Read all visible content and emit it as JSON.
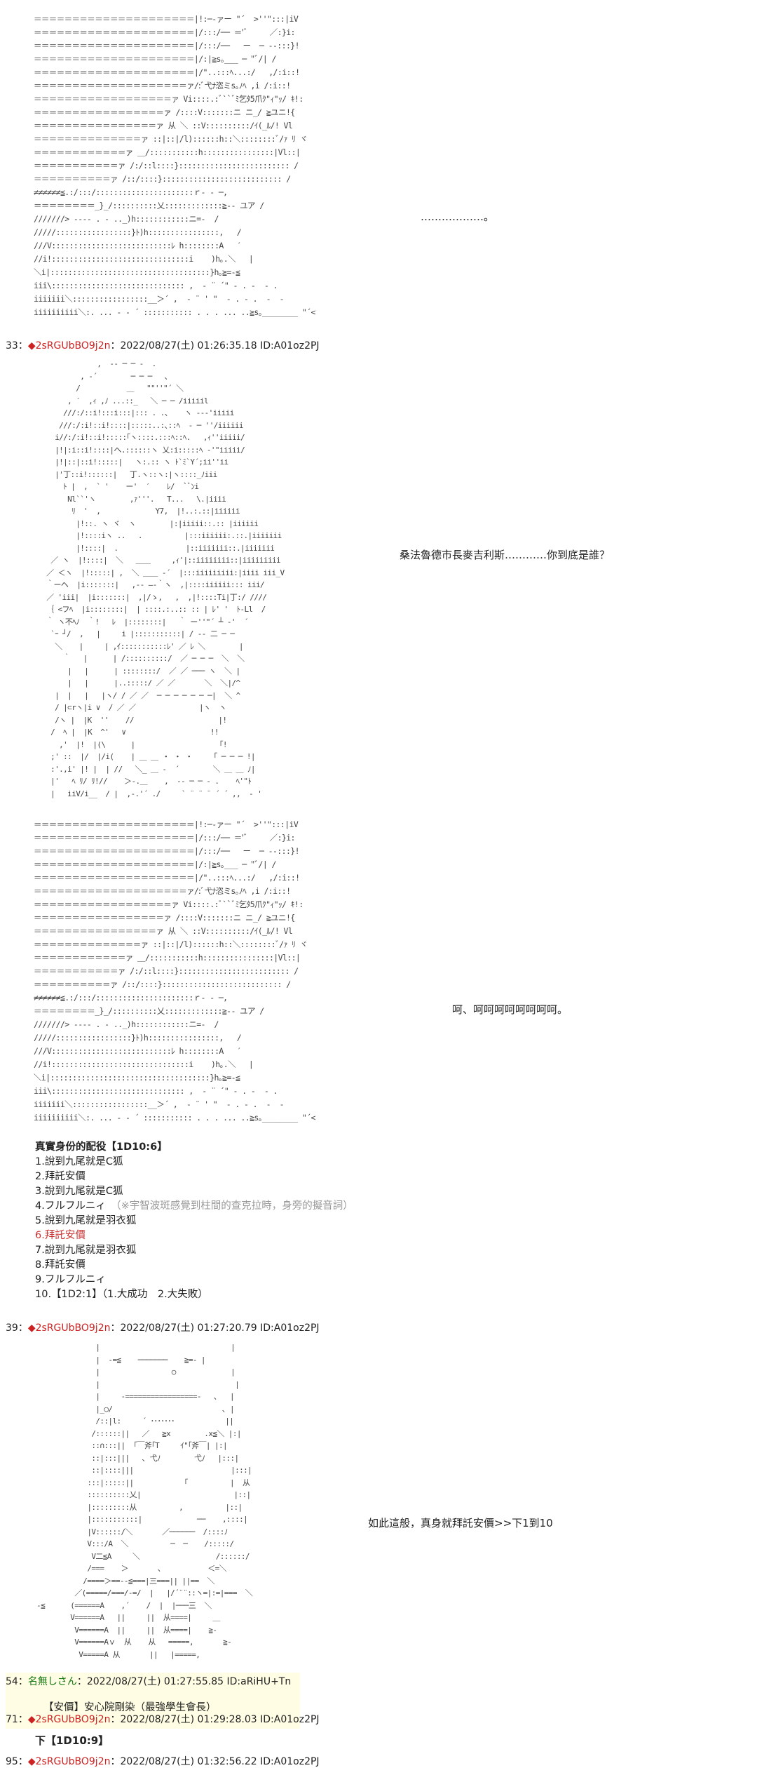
{
  "aa_top": {
    "lines": [
      "＝＝＝＝＝＝＝＝＝＝＝＝＝＝＝＝＝＝＝＝＝|!:─‐ァー \"´  >''\":::|iV",
      "＝＝＝＝＝＝＝＝＝＝＝＝＝＝＝＝＝＝＝＝＝|/:::/── ＝'ﾞ     ／:}i:",
      "＝＝＝＝＝＝＝＝＝＝＝＝＝＝＝＝＝＝＝＝＝|/:::/──   ー  ─ --:::}!",
      "＝＝＝＝＝＝＝＝＝＝＝＝＝＝＝＝＝＝＝＝＝|/:|≧s｡___ ─ \"ﾞ/| /",
      "＝＝＝＝＝＝＝＝＝＝＝＝＝＝＝＝＝＝＝＝＝|/\"..:::ﾍ...:/   ,/:i::!",
      "＝＝＝＝＝＝＝＝＝＝＝＝＝＝＝＝＝＝＝＝ァ/:ﾞ弋ﾅ恣ミs｡ﾉﾍ ,i /:i::!",
      "＝＝＝＝＝＝＝＝＝＝＝＝＝＝＝＝＝＝ァ Vi::::.:ﾞ``ﾞﾐ乞ﾀ5爪ｸ\"ｨ\"ｯ/ ｷ!:",
      "＝＝＝＝＝＝＝＝＝＝＝＝＝＝＝＝＝ァ /::::V:::::::ニ ニ_/ ≧ユニ!{",
      "＝＝＝＝＝＝＝＝＝＝＝＝＝＝＝＝ァ 从 ＼ ::V::::::::::/ｲ(_ﾙ/! Vl",
      "＝＝＝＝＝＝＝＝＝＝＝＝＝＝ァ ::|::|/l)::::::h::＼::::::::ﾞ/ｧ ﾘ ヾ",
      "＝＝＝＝＝＝＝＝＝＝＝＝ァ ＿/:::::::::::h::::::::::::::::|Vl::|",
      "＝＝＝＝＝＝＝＝＝＝＝ァ /:/::l::::}::::::::::::::::::::::::: /",
      "＝＝＝＝＝＝＝＝＝＝ァ /::/::::}::::::::::::::::::::::::::: /",
      "≠≠≠≠≠≠≦.:/:::/::::::::::::::::::::::ｒ‐ ‐ ─,",
      "＝＝＝＝＝＝＝＝_}_/::::::::::乂:::::::::::::≧-- ユア /",
      "///////> ‐‐‐‐ . ‐ .._)h::::::::::::ニ=‐  /",
      "/////:::::::::::::::::}ﾄ)h::::::::::::::::,   /",
      "///V:::::::::::::::::::::::::::ﾚ h::::::::A   ′",
      "//i!:::::::::::::::::::::::::::::::i    )h｡.＼   |",
      "＼i|::::::::::::::::::::::::::::::::::::}h｡≧=-≦",
      "iii\\:::::::::::::::::::::::::::::: ,  ‐ ¨ ´\" ‐ . ‐  ‐ .",
      "iiiiiii＼:::::::::::::::::__＞´ ,  ‐ ¨ ' \"  ‐ . ‐ .  ‐  ‐ ",
      "iiiiiiiiii＼:. ... ‐ ‐ ´ ::::::::::: . . . ... ..≧s｡________ \"´<"
    ]
  },
  "speech_1": "………………。",
  "post_33": {
    "num": "33：",
    "diamond": "◆",
    "name": "2sRGUbBO9j2n",
    "meta": "：2022/08/27(土) 01:26:35.18 ID:A01oz2PJ"
  },
  "aa_girl": {
    "lines": [
      "               ,  -‐ ─ ─ ‐  .",
      "           , ‐´        ─ ─ ─   ､",
      "          /           ＿   \"\"''\"´ ＼",
      "        , ′  ,ｨ ,ﾉ ...::_   ＼ ─ ─ /iiiiil",
      "       ///:/::i!:::i:::|::: . .、   ヽ ‐‐‐'iiiii",
      "      ///:/:i!::i!::::|:::::..:､::ﾍ  ‐ ─ ''/iiiiii",
      "     i//:/:i!::i!:::::｢ヽ::::.:::ﾍ::ﾍ.   ,ｨ''iiiii/",
      "     |!|:i::i!::::|ヘ.::::::ヽ 乂:i:::::ﾍ ‐'\"iiiii/",
      "     |!|::|::i!:::::|   ヽ:.:: ヽ ﾄ`ﾐ`Y´;ii''ii",
      "     |'丁::i!::::::|   丁.ヽ::ヽ:|ヽ::::_ﾉiii",
      "       ﾄ |  ,  ` '    ー'  ′    ﾚ/  `ﾞﾝi",
      "        Nl``'ヽ        ,ｧ'''.   T...   \\.|iiii",
      "         ﾘ  '  ,             Y7,  |!..:.::|iiiiii",
      "          |!::. ヽ ヾ  ヽ        |:|iiiii::.:: |iiiiii",
      "          |!::::iヽ ..   .          |:::iiiiii:.::.|iiiiiii",
      "          |!::::|  .                |::iiiiiii::.|iiiiiii",
      "    ／ ヽ  |!::::|  ＼   ＿＿     ,ｨ'|::iiiiiiii::|iiiiiiiii",
      "   ／ ＜ヽ  |!:::::| ,  ＼ ＿＿ ‐´  |:::iiiiiiiii:|iiii iii_V",
      "   ｀ーヘ  |i:::::::|   ,‐‐ ―‐｀ヽ  ,|::::iiiiii::: iii/",
      "   ／ 'iii|  |i:::::::|  ,|/ゝ,   ,  ,|!::::Ti|丁:/ ////",
      "   ｛ <フﾍ  |i::::::::|  | ::::.:..:: :: | ﾚ' '  ﾄ-Ll  /",
      "   ｀ ヽ不ﾍﾉ  ｀!   ﾚ  |::::::::|   ｀ ー''\"´ ┴ ‐'  ´",
      "    `ｰ ┘/  ,   |     i |:::::::::::| / ‐‐ 二 ─ ─",
      "     ＼    |     | ,ｲ:::::::::::ﾚ' ／ ﾚ ＼        |",
      "       ｀   |      | /::::::::::/  ／ ─ ─ ─  ＼  ＼",
      "        |   |      | ::::::::/  ／ ／ ─── ヽ  ＼ |",
      "        |   |      |..:::::/ ／ ／       ＼  ＼|/^",
      "     |  |   |   |ヽ/ / ／ ／  ─ ─ ─ ─ ─ ─ ─|  ＼ ^",
      "     / |⊂rヽ|i ∨  / ／ ／               |ヽ  ヽ ",
      "     /ヽ |  |K  ''    //                    |!",
      "    /  ﾍ |  |K  ^'   ∨                    !!",
      "      ,'  |!  |(\\      |                    ｢!",
      "    ;' ::  |/  |/i(    | ＿ ＿ ・ ・ ・     ｢ ─ ─ ─ !|",
      "    :'.,i' |! |  | //   ＼_ ＿ ‐  ´        ＼ ＿ ＿ ﾉ|",
      "    |'   ﾍ ﾘ/ ﾘ!//    ＞-.＿    ,  -‐ ─ ─ ‐ .    ﾍ'\"ﾄ",
      "    |   iiV/i__  / |  ,-.'´ ./     ` ¨ ¨ ¨ ´ ´ ,,  ‐ '"
    ]
  },
  "speech_2": "桑法魯德市長麥吉利斯…………你到底是誰？",
  "aa_mid": {
    "lines": [
      "＝＝＝＝＝＝＝＝＝＝＝＝＝＝＝＝＝＝＝＝＝|!:─‐ァー \"´  >''\":::|iV",
      "＝＝＝＝＝＝＝＝＝＝＝＝＝＝＝＝＝＝＝＝＝|/:::/── ＝'ﾞ     ／:}i:",
      "＝＝＝＝＝＝＝＝＝＝＝＝＝＝＝＝＝＝＝＝＝|/:::/──   ー  ─ --:::}!",
      "＝＝＝＝＝＝＝＝＝＝＝＝＝＝＝＝＝＝＝＝＝|/:|≧s｡___ ─ \"ﾞ/| /",
      "＝＝＝＝＝＝＝＝＝＝＝＝＝＝＝＝＝＝＝＝＝|/\"..:::ﾍ...:/   ,/:i::!",
      "＝＝＝＝＝＝＝＝＝＝＝＝＝＝＝＝＝＝＝＝ァ/:ﾞ弋ﾅ恣ミs｡ﾉﾍ ,i /:i::!",
      "＝＝＝＝＝＝＝＝＝＝＝＝＝＝＝＝＝＝ァ Vi::::.:ﾞ``ﾞﾐ乞ﾀ5爪ｸ\"ｨ\"ｯ/ ｷ!:",
      "＝＝＝＝＝＝＝＝＝＝＝＝＝＝＝＝＝ァ /::::V:::::::ニ ニ_/ ≧ユニ!{",
      "＝＝＝＝＝＝＝＝＝＝＝＝＝＝＝＝ァ 从 ＼ ::V::::::::::/ｲ(_ﾙ/! Vl",
      "＝＝＝＝＝＝＝＝＝＝＝＝＝＝ァ ::|::|/l)::::::h::＼::::::::ﾞ/ｧ ﾘ ヾ",
      "＝＝＝＝＝＝＝＝＝＝＝＝ァ ＿/:::::::::::h::::::::::::::::|Vl::|",
      "＝＝＝＝＝＝＝＝＝＝＝ァ /:/::l::::}::::::::::::::::::::::::: /",
      "＝＝＝＝＝＝＝＝＝＝ァ /::/::::}::::::::::::::::::::::::::: /",
      "≠≠≠≠≠≠≦.:/:::/::::::::::::::::::::::ｒ‐ ‐ ─,",
      "＝＝＝＝＝＝＝＝_}_/::::::::::乂:::::::::::::≧-- ユア /",
      "///////> ‐‐‐‐ . ‐ .._)h::::::::::::ニ=‐  /",
      "/////:::::::::::::::::}ﾄ)h::::::::::::::::,   /",
      "///V:::::::::::::::::::::::::::ﾚ h::::::::A   ′",
      "//i!:::::::::::::::::::::::::::::::i    )h｡.＼   |",
      "＼i|::::::::::::::::::::::::::::::::::::}h｡≧=-≦",
      "iii\\:::::::::::::::::::::::::::::: ,  ‐ ¨ ´\" ‐ . ‐  ‐ .",
      "iiiiiii＼:::::::::::::::::__＞´ ,  ‐ ¨ ' \"  ‐ . ‐ .  ‐  ‐ ",
      "iiiiiiiiii＼:. ... ‐ ‐ ´ ::::::::::: . . . ... ..≧s｡________ \"´<"
    ]
  },
  "speech_3": "呵、呵呵呵呵呵呵呵呵。",
  "options": {
    "title": "真實身份的配役【1D10:6】",
    "items": [
      "1.說到九尾就是C狐",
      "2.拜託安價",
      "3.說到九尾就是C狐",
      "4.フルフルニィ",
      "5.說到九尾就是羽衣狐",
      "6.拜託安價",
      "7.說到九尾就是羽衣狐",
      "8.拜託安價",
      "9.フルフルニィ",
      "10.【1D2:1】（1.大成功　2.大失敗）"
    ],
    "note_4": "（※宇智波斑感覺到柱間的查克拉時，身旁的擬音詞）",
    "highlight_color": "#cc3333"
  },
  "post_39": {
    "num": "39：",
    "diamond": "◆",
    "name": "2sRGUbBO9j2n",
    "meta": "：2022/08/27(土) 01:27:20.79 ID:A01oz2PJ"
  },
  "aa_bottom": {
    "lines": [
      "                |                               |",
      "                |  -=≦    ───────    ≧=- |",
      "                |                 ○             |",
      "                |                                |",
      "                |     -=================-   ､   |",
      "                |_○/                          ､ |",
      "                /::|l:     ´ ･･･････            ||",
      "               /::::::||   ／   ≧x        .x≦＼ |:|",
      "               ::∩:::||  ｢￣斧｢T     ｲ\"｢斧￣| |:|",
      "               ::|:::|||   ､ 弋ﾉ        弋ﾉ   |:::|",
      "               ::|::::|||                       |:::|",
      "              :::|:::::||            ｢          |  从",
      "              ::::::::::乂|                      |::|",
      "              |:::::::::从          ,          |::|",
      "              |:::::::::::|             ──    ,::::|",
      "              |V::::::/＼       ／──────  /::::ﾉ",
      "              V:::/A  ＼          ─  ─    /:::::/",
      "               V二≦A     ＼                  /::::::/",
      "              /===    ＞       ､           ＜=＼",
      "             /====＞==--≦===|三===|| ||==  ＼",
      "           ／(=====/===/-=/  |   |/´¨¨::ヽ=|:=|===  ＼",
      "  -≦      (======A    ,´    /  |  |───三  ＼",
      "          V======A   ||     ||  从====|     ＿",
      "           V======A  ||     ||  从====|    ≧-",
      "           V======Aｖ  从    从   =====,       ≧-",
      "            V=====A 从       ||   |=====,"
    ]
  },
  "speech_4": "如此這般，真身就拜託安價>>下1到10",
  "post_54": {
    "num": "54：",
    "name": "名無しさん",
    "meta": "：2022/08/27(土) 01:27:55.85 ID:aRiHU+Tn"
  },
  "reply_54": "【安價】安心院剛染（最強學生會長）",
  "post_71": {
    "num": "71：",
    "diamond": "◆",
    "name": "2sRGUbBO9j2n",
    "meta": "：2022/08/27(土) 01:29:28.03 ID:A01oz2PJ"
  },
  "result_71": "下【1D10:9】",
  "post_95": {
    "num": "95：",
    "diamond": "◆",
    "name": "2sRGUbBO9j2n",
    "meta": "：2022/08/27(土) 01:32:56.22 ID:A01oz2PJ"
  },
  "colors": {
    "trip_red": "#cc2222",
    "anon_green": "#117711",
    "reply_bg": "#fffde3",
    "note_gray": "#999999"
  }
}
